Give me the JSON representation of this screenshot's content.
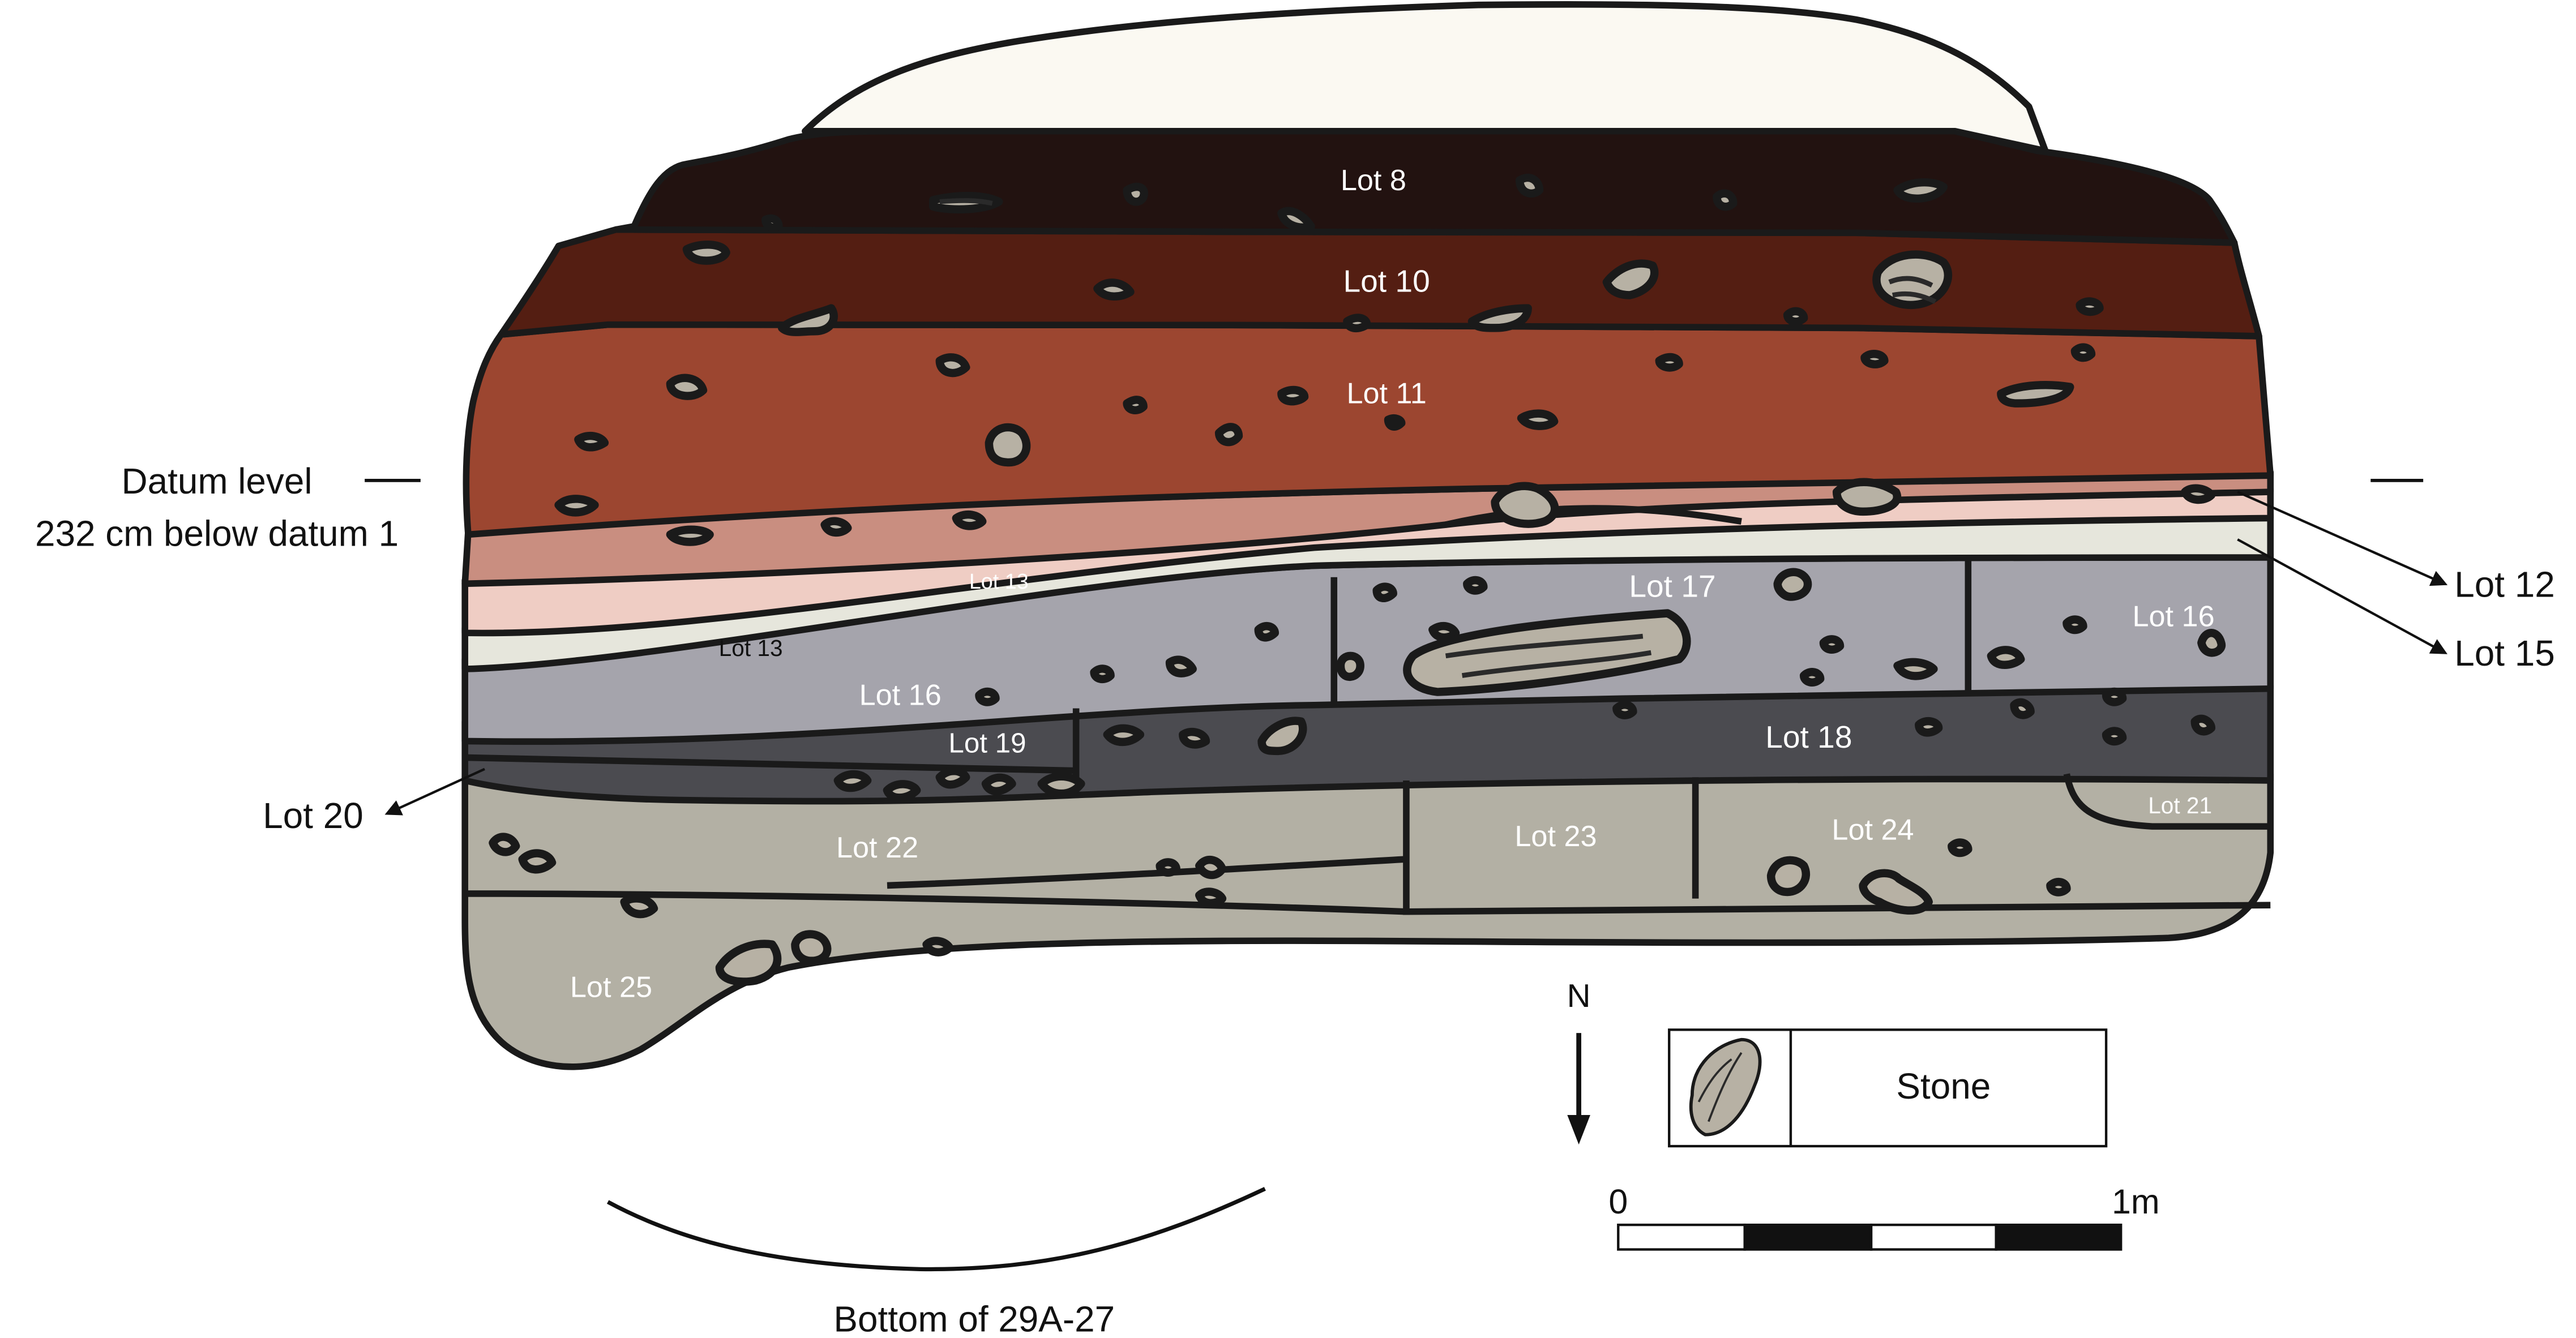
{
  "lots": {
    "lot8": "Lot 8",
    "lot10": "Lot 10",
    "lot11": "Lot 11",
    "lot12": "Lot 12",
    "lot13a": "Lot 13",
    "lot13b": "Lot 13",
    "lot15": "Lot 15",
    "lot16a": "Lot 16",
    "lot16b": "Lot 16",
    "lot17": "Lot 17",
    "lot18": "Lot 18",
    "lot19": "Lot 19",
    "lot20": "Lot 20",
    "lot21": "Lot 21",
    "lot22": "Lot 22",
    "lot23": "Lot 23",
    "lot24": "Lot 24",
    "lot25": "Lot 25"
  },
  "datum": {
    "line1": "Datum level",
    "line2": "232 cm below datum 1"
  },
  "bottom_label": "Bottom of 29A-27",
  "north_label": "N",
  "legend": {
    "stone_label": "Stone"
  },
  "scale": {
    "start": "0",
    "end": "1m"
  },
  "colors": {
    "lot8": "#221210",
    "lot10": "#541e12",
    "lot11": "#9c4630",
    "lot12": "#c98e80",
    "lot13": "#efcdc4",
    "lot15": "#e6e6dc",
    "lot16": "#a5a4ac",
    "lot17": "#a0a0a6",
    "lot18": "#4b4b50",
    "lot22": "#b3b0a4",
    "stone": "#b7b1a4",
    "top_cap": "#fbf9f2"
  }
}
